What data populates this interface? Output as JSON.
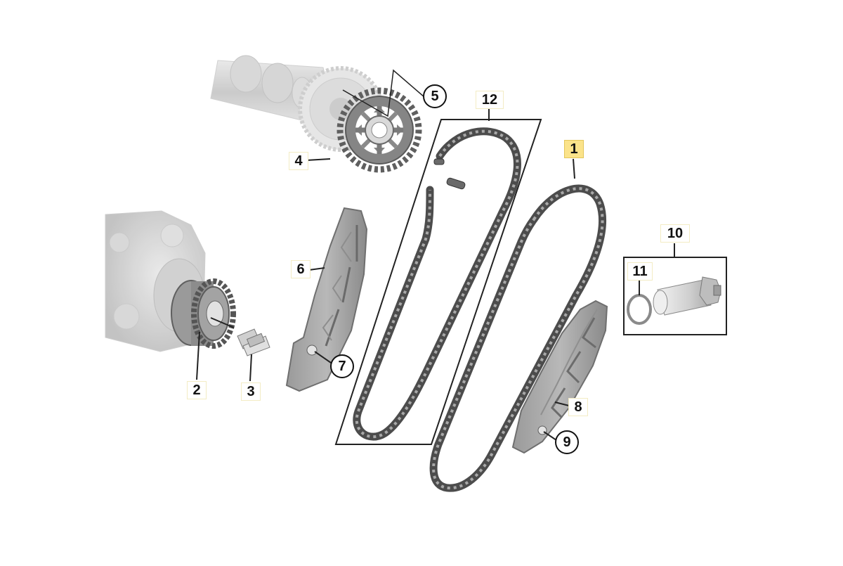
{
  "diagram": {
    "highlight_color": "#fbe38a",
    "part_color": "#7a7a7a",
    "callouts": [
      {
        "id": "c1",
        "label": "1",
        "style": "square",
        "highlight": true
      },
      {
        "id": "c2",
        "label": "2",
        "style": "square",
        "highlight": false
      },
      {
        "id": "c3",
        "label": "3",
        "style": "square",
        "highlight": false
      },
      {
        "id": "c4",
        "label": "4",
        "style": "square",
        "highlight": false
      },
      {
        "id": "c5",
        "label": "5",
        "style": "circle",
        "highlight": false
      },
      {
        "id": "c6",
        "label": "6",
        "style": "square",
        "highlight": false
      },
      {
        "id": "c7",
        "label": "7",
        "style": "circle",
        "highlight": false
      },
      {
        "id": "c8",
        "label": "8",
        "style": "square",
        "highlight": false
      },
      {
        "id": "c9",
        "label": "9",
        "style": "circle",
        "highlight": false
      },
      {
        "id": "c10",
        "label": "10",
        "style": "square",
        "highlight": false
      },
      {
        "id": "c11",
        "label": "11",
        "style": "square",
        "highlight": false
      },
      {
        "id": "c12",
        "label": "12",
        "style": "square",
        "highlight": false
      }
    ]
  }
}
